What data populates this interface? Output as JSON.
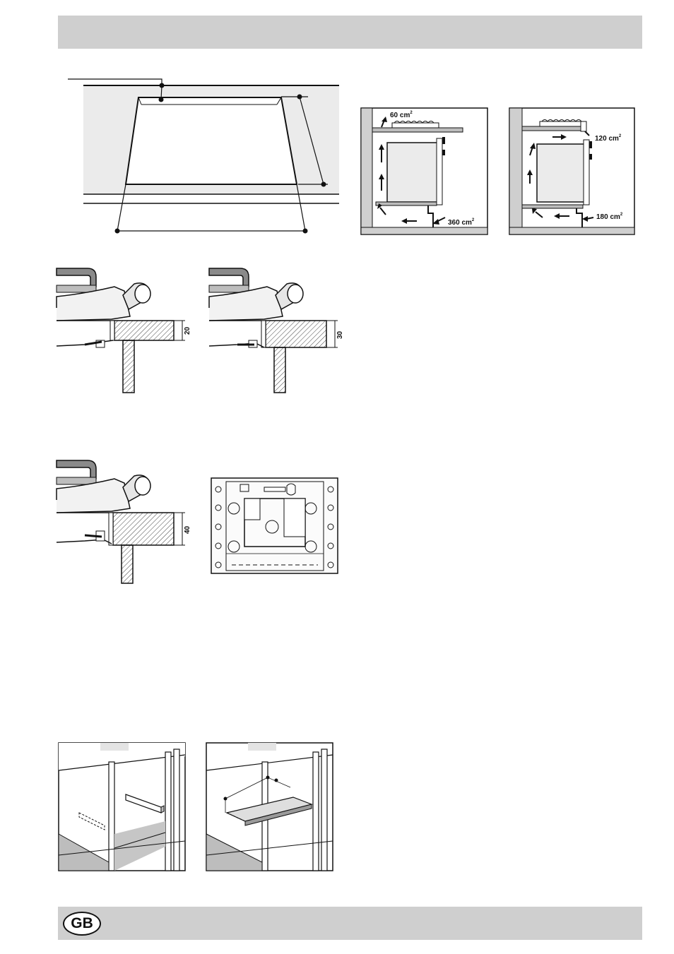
{
  "header": {
    "band_color": "#cfcfcf"
  },
  "footer": {
    "badge_text": "GB",
    "band_color": "#cfcfcf"
  },
  "ventilation": {
    "left_diagram": {
      "top_opening": "60 cm",
      "top_opening_sup": "2",
      "bottom_opening": "360 cm",
      "bottom_opening_sup": "2"
    },
    "right_diagram": {
      "top_opening": "120 cm",
      "top_opening_sup": "2",
      "bottom_opening": "180 cm",
      "bottom_opening_sup": "2"
    }
  },
  "worktop_sections": {
    "thickness_1": "20",
    "thickness_2": "30",
    "thickness_3": "40"
  },
  "icons": [
    "cutout-diagram",
    "ventilation-diagram",
    "worktop-section-diagram",
    "hob-underside-diagram",
    "cabinet-panel-diagram"
  ]
}
